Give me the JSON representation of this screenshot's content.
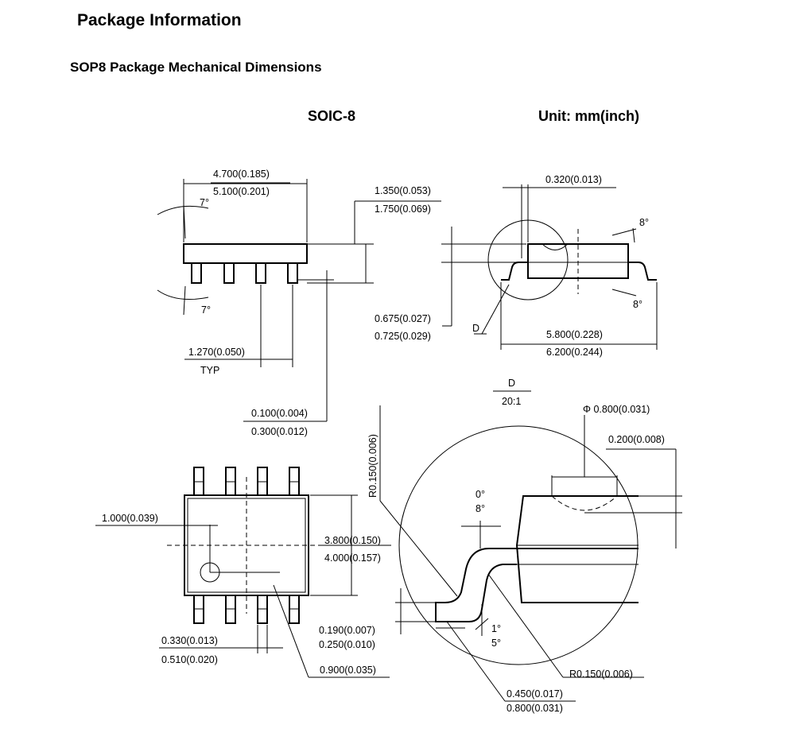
{
  "heading": "Package Information",
  "subheading": "SOP8 Package Mechanical Dimensions",
  "package_name": "SOIC-8",
  "unit_label": "Unit: mm(inch)",
  "dims": {
    "body_len_min": "4.700(0.185)",
    "body_len_max": "5.100(0.201)",
    "angle_top": "7°",
    "angle_bottom": "7°",
    "height_min": "1.350(0.053)",
    "height_max": "1.750(0.069)",
    "lead_thick": "0.320(0.013)",
    "angle_r_top": "8°",
    "angle_r_bottom": "8°",
    "standoff_min": "0.675(0.027)",
    "standoff_max": "0.725(0.029)",
    "detail_marker": "D",
    "total_w_min": "5.800(0.228)",
    "total_w_max": "6.200(0.244)",
    "pitch": "1.270(0.050)",
    "pitch_note": "TYP",
    "lead_gap_min": "0.100(0.004)",
    "lead_gap_max": "0.300(0.012)",
    "detail_name": "D",
    "detail_scale": "20:1",
    "hole_dia": "Φ 0.800(0.031)",
    "hole_depth": "0.200(0.008)",
    "radius_a": "R0.150(0.006)",
    "angle_d_min": "0°",
    "angle_d_max": "8°",
    "pin1_offset": "1.000(0.039)",
    "body_w_min": "3.800(0.150)",
    "body_w_max": "4.000(0.157)",
    "lead_t_min": "0.190(0.007)",
    "lead_t_max": "0.250(0.010)",
    "angle_e_min": "1°",
    "angle_e_max": "5°",
    "lead_w_min": "0.330(0.013)",
    "lead_w_max": "0.510(0.020)",
    "pin_len": "0.900(0.035)",
    "radius_b": "R0.150(0.006)",
    "foot_min": "0.450(0.017)",
    "foot_max": "0.800(0.031)"
  }
}
